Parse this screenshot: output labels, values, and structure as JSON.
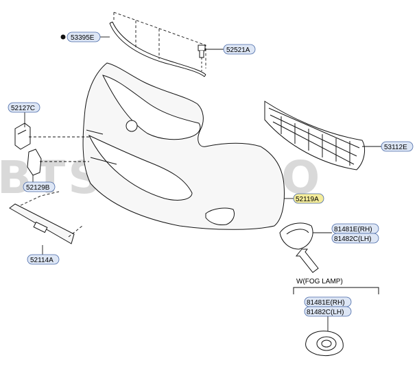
{
  "watermark": "BTSOUQ.CO",
  "callouts": {
    "c53395e": "53395E",
    "c52521a": "52521A",
    "c52127c": "52127C",
    "c53112e": "53112E",
    "c52129b": "52129B",
    "c52119a": "52119A",
    "c81481e_rh": "81481E(RH)",
    "c81482c_lh": "81482C(LH)",
    "c52114a": "52114A",
    "c81481e_rh_2": "81481E(RH)",
    "c81482c_lh_2": "81482C(LH)"
  },
  "variant_label": "W(FOG LAMP)",
  "colors": {
    "line": "#111111",
    "callout_bg": "#dde6f5",
    "callout_border": "#4a6aa8",
    "highlight_bg": "#f4ec9a",
    "watermark": "#d9d9d9",
    "bumper_fill": "#f7f7f7"
  }
}
